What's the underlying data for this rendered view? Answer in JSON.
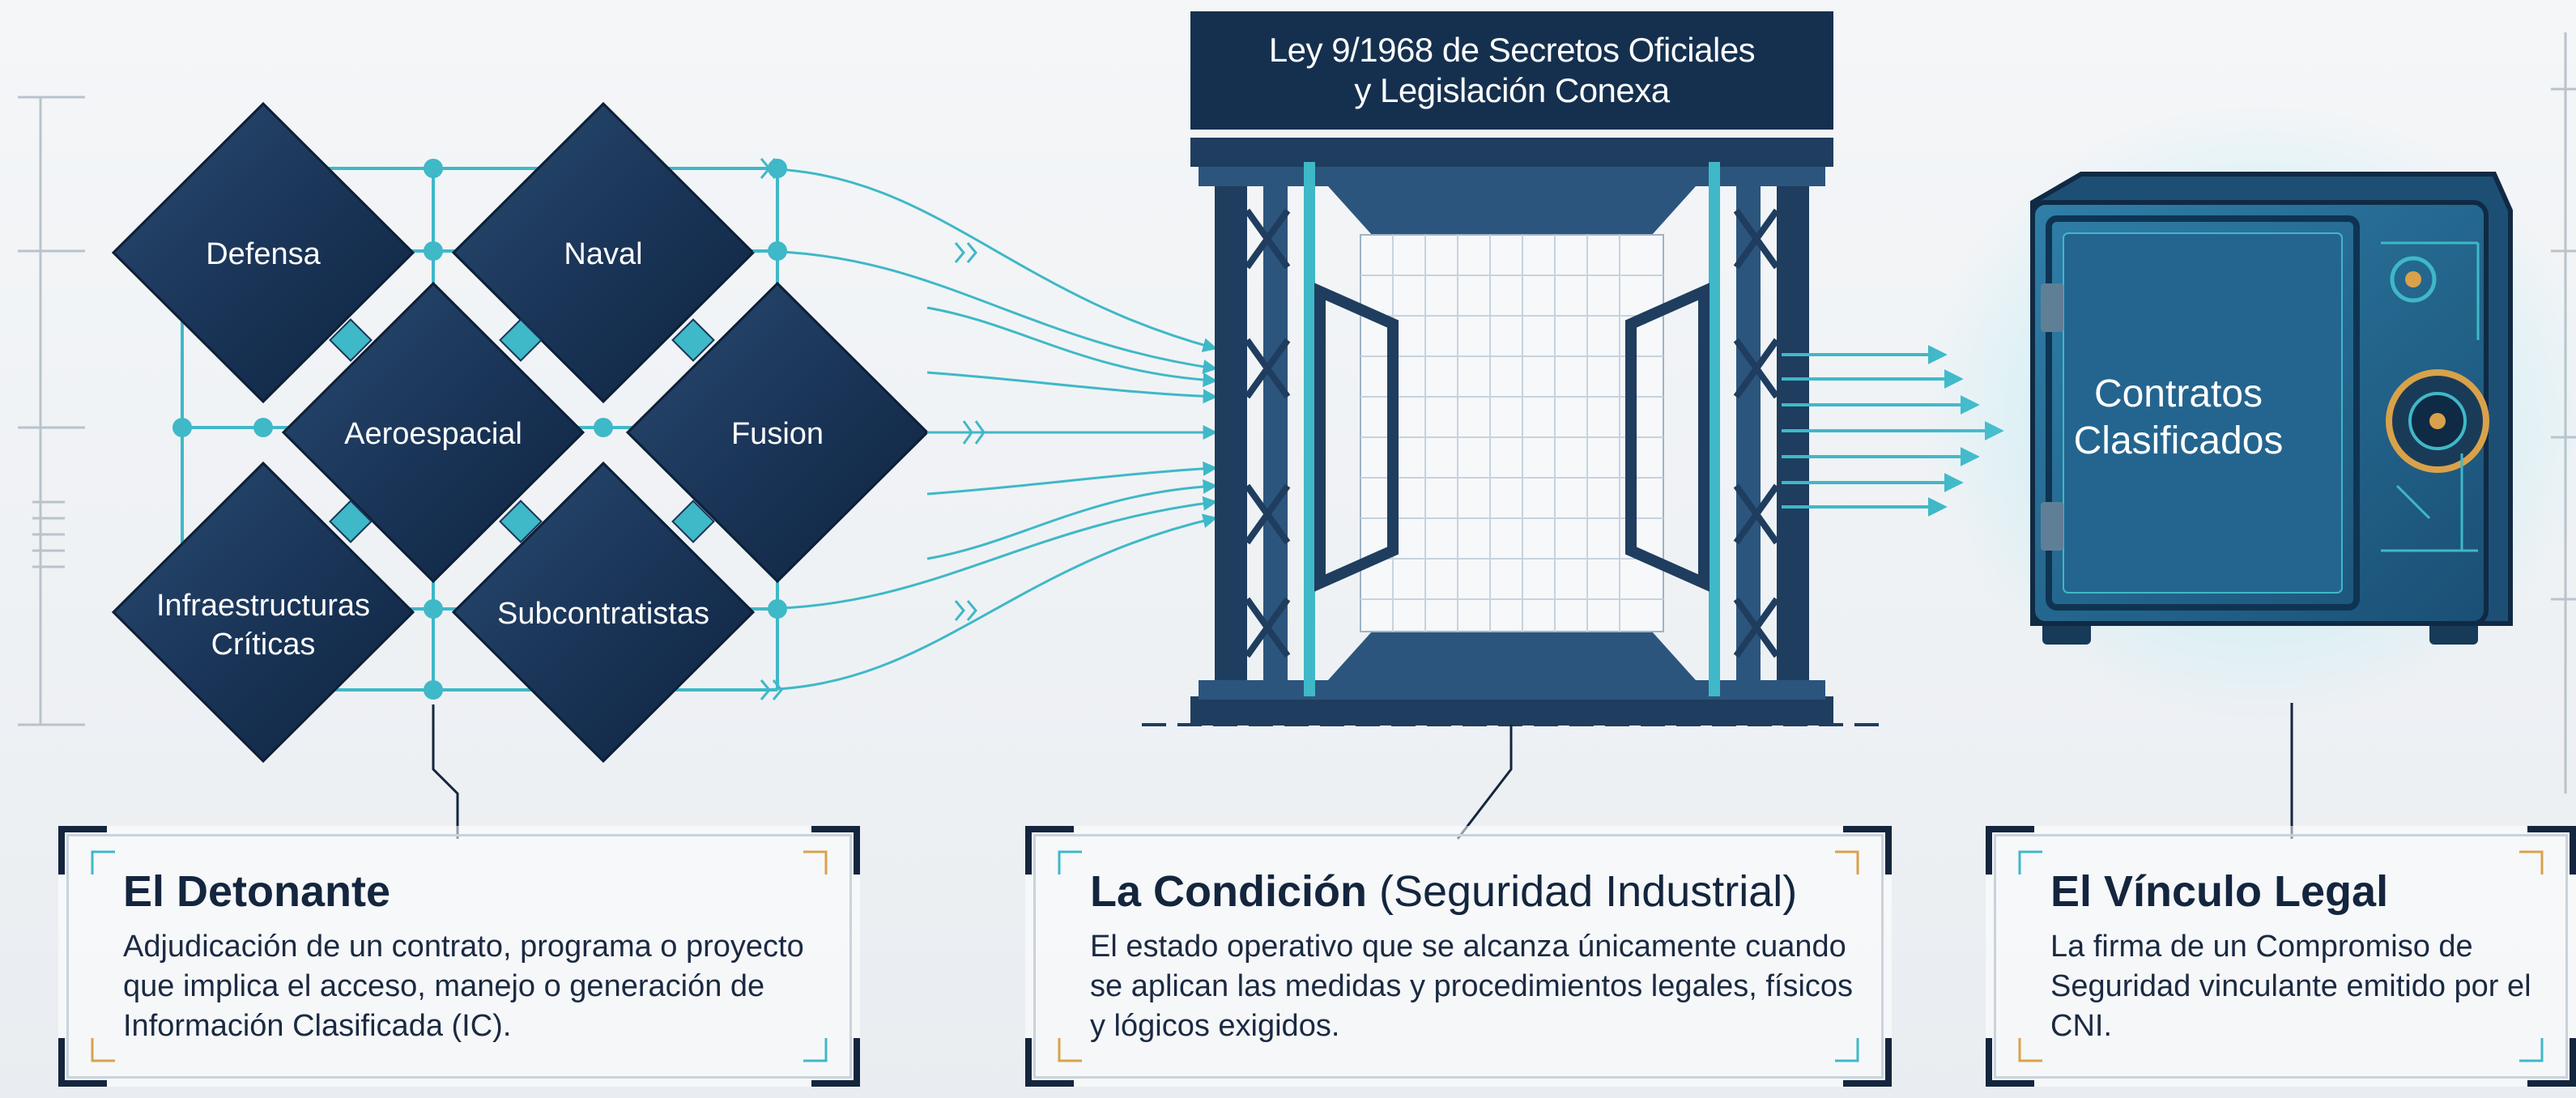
{
  "sectors": {
    "defensa": "Defensa",
    "naval": "Naval",
    "aeroespacial": "Aeroespacial",
    "fusion": "Fusion",
    "infra_line1": "Infraestructuras",
    "infra_line2": "Críticas",
    "subcontratistas": "Subcontratistas"
  },
  "law": {
    "line1": "Ley 9/1968 de Secretos Oficiales",
    "line2": "y Legislación Conexa"
  },
  "safe": {
    "line1": "Contratos",
    "line2": "Clasificados"
  },
  "cards": [
    {
      "title": "El Detonante",
      "title_extra": "",
      "body": "Adjudicación de un contrato, programa o proyecto que implica el acceso, manejo o generación de Información Clasificada (IC)."
    },
    {
      "title": "La Condición",
      "title_extra": " (Seguridad Industrial)",
      "body": "El estado operativo que se alcanza únicamente cuando se aplican las medidas y procedimientos legales, físicos y lógicos exigidos."
    },
    {
      "title": "El Vínculo Legal",
      "title_extra": "",
      "body": "La firma de un Compromiso de Seguridad vinculante emitido por el CNI."
    }
  ],
  "colors": {
    "navy": "#15304f",
    "cyan": "#3fb8c8",
    "frame": "#1f3d5e",
    "gold": "#d9a24a"
  }
}
